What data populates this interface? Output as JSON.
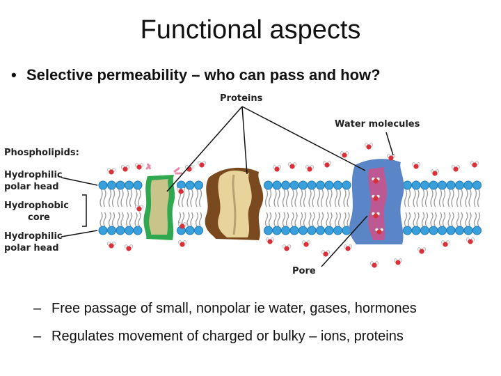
{
  "slide": {
    "title": "Functional aspects",
    "bullet": "Selective permeability – who can pass and how?",
    "sub_bullets": [
      "Free passage of small, nonpolar ie water, gases, hormones",
      "Regulates movement of charged or bulky – ions, proteins"
    ]
  },
  "diagram": {
    "labels": {
      "proteins": "Proteins",
      "water": "Water molecules",
      "phospholipids": "Phospholipids:",
      "hydrophilic_head_top_1": "Hydrophilic",
      "hydrophilic_head_top_2": "polar head",
      "hydrophobic_core_1": "Hydrophobic",
      "hydrophobic_core_2": "core",
      "hydrophilic_head_bottom_1": "Hydrophilic",
      "hydrophilic_head_bottom_2": "polar head",
      "pore": "Pore"
    },
    "colors": {
      "head": "#3aa0dc",
      "tail": "#9a9a9a",
      "protein_green": "#2fa84f",
      "protein_brown": "#7a4a1e",
      "protein_blue": "#5a86c8",
      "protein_pink": "#d0508a",
      "water_o": "#d9303a"
    }
  }
}
